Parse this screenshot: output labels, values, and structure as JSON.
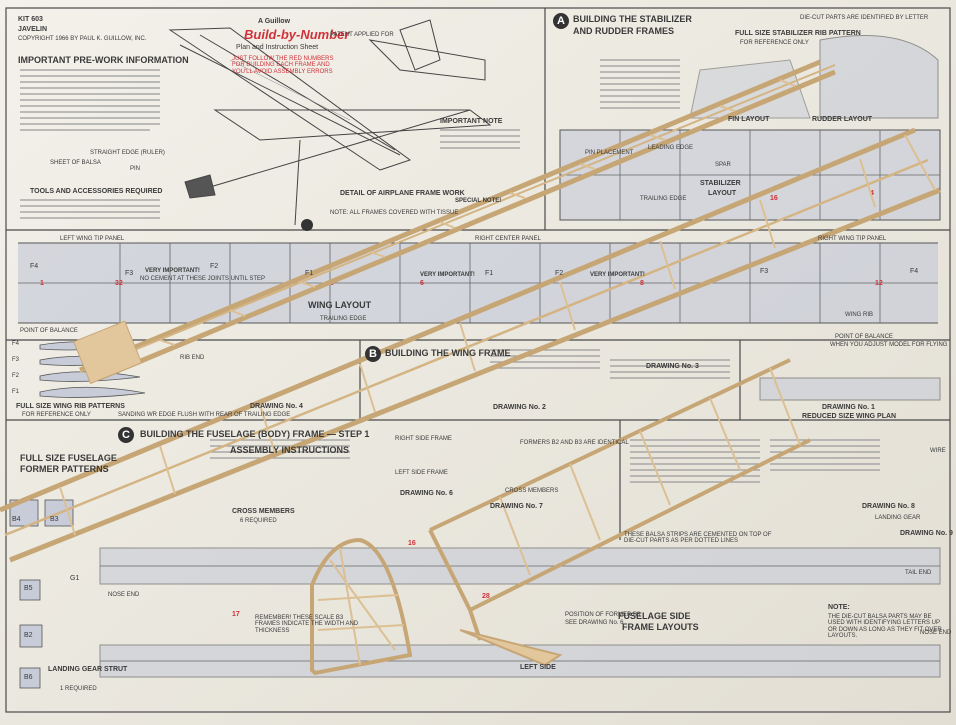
{
  "plan": {
    "kit_no": "KIT 603",
    "model_name": "JAVELIN",
    "copyright": "COPYRIGHT 1966 BY PAUL K. GUILLOW, INC.",
    "brand": "A Guillow",
    "series": "Build-by-Number",
    "sheet_title": "Plan and Instruction Sheet",
    "patent": "PATENT APPLIED FOR",
    "follow_note": "JUST FOLLOW THE RED NUMBERS FOR BUILDING EACH FRAME AND YOU'LL AVOID ASSEMBLY ERRORS",
    "preinfo_title": "IMPORTANT PRE-WORK INFORMATION",
    "tools_title": "TOOLS AND ACCESSORIES REQUIRED",
    "important_note": "IMPORTANT NOTE",
    "detail_title": "DETAIL OF AIRPLANE FRAME WORK",
    "detail_note": "NOTE: ALL FRAMES COVERED WITH TISSUE",
    "special_note": "SPECIAL NOTE!",
    "straight_edge": "STRAIGHT EDGE (RULER)",
    "sheet_of_balsa": "SHEET OF BALSA",
    "pin": "PIN"
  },
  "section_a": {
    "letter": "A",
    "title_line1": "BUILDING THE STABILIZER",
    "title_line2": "AND RUDDER FRAMES",
    "rib_pattern": "FULL SIZE STABILIZER RIB PATTERN",
    "rib_pattern_sub": "FOR REFERENCE ONLY",
    "die_cut": "DIE-CUT PARTS ARE IDENTIFIED BY LETTER",
    "fin_layout": "FIN LAYOUT",
    "rudder_layout": "RUDDER LAYOUT",
    "stab_layout_1": "STABILIZER",
    "stab_layout_2": "LAYOUT",
    "spar": "SPAR",
    "trailing_edge": "TRAILING EDGE",
    "leading_edge": "LEADING EDGE",
    "pin_placement": "PIN PLACEMENT"
  },
  "wing": {
    "left_panel": "LEFT WING TIP PANEL",
    "center_panel": "RIGHT CENTER PANEL",
    "right_panel": "RIGHT WING TIP PANEL",
    "layout_title": "WING LAYOUT",
    "trailing_edge": "TRAILING EDGE",
    "very_important": "VERY IMPORTANT!",
    "no_cement": "NO CEMENT AT THESE JOINTS UNTIL STEP",
    "wing_rib": "WING RIB",
    "point_of_balance": "POINT OF BALANCE",
    "balance_note": "WHEN YOU ADJUST MODEL FOR FLYING",
    "patterns_title": "FULL SIZE WING RIB PATTERNS",
    "patterns_sub": "FOR REFERENCE ONLY",
    "sanding": "SANDING WR EDGE FLUSH WITH REAR OF TRAILING EDGE",
    "drawing_4": "DRAWING No. 4",
    "drawing_1": "DRAWING No. 1",
    "reduced_plan": "REDUCED SIZE WING PLAN",
    "rib_bind": "RIB END",
    "f_labels": [
      "F4",
      "F3",
      "F2",
      "F1",
      "F1",
      "F2",
      "F3",
      "F4"
    ],
    "small_ribs": [
      "F4",
      "F3",
      "F2",
      "F1"
    ]
  },
  "section_b": {
    "letter": "B",
    "title": "BUILDING THE WING FRAME",
    "drawing_2": "DRAWING No. 2",
    "drawing_3": "DRAWING No. 3"
  },
  "section_c": {
    "letter": "C",
    "title_line1": "BUILDING THE FUSELAGE (BODY) FRAME — STEP 1",
    "assembly": "ASSEMBLY INSTRUCTIONS",
    "former_title": "FULL SIZE FUSELAGE",
    "former_sub": "FORMER PATTERNS",
    "cross_members": "CROSS MEMBERS",
    "required": "6 REQUIRED",
    "right_side_frame": "RIGHT SIDE FRAME",
    "left_side_frame": "LEFT SIDE FRAME",
    "drawing_6": "DRAWING No. 6",
    "drawing_7": "DRAWING No. 7",
    "drawing_8": "DRAWING No. 8",
    "drawing_9": "DRAWING No. 9",
    "formers_note": "FORMERS B2 AND B3 ARE IDENTICAL",
    "cross_label": "CROSS MEMBERS",
    "landing_gear": "LANDING GEAR STRUT",
    "landing_req": "1 REQUIRED",
    "landing_gear_2": "LANDING GEAR",
    "wire": "WIRE",
    "tail_end": "TAIL END",
    "nose_end": "NOSE END",
    "left_side": "LEFT SIDE",
    "fuselage_side_1": "FUSELAGE SIDE",
    "fuselage_side_2": "FRAME LAYOUTS",
    "position_former": "POSITION OF FORMER B3",
    "see_drawing": "SEE DRAWING No. 6",
    "balsa_note": "THESE BALSA STRIPS ARE CEMENTED ON TOP OF DIE-CUT PARTS AS PER DOTTED LINES",
    "note_label": "NOTE:",
    "note_text": "THE DIE-CUT BALSA PARTS MAY BE USED WITH IDENTIFYING LETTERS UP OR DOWN AS LONG AS THEY FIT OVER LAYOUTS.",
    "remember": "REMEMBER! THESE SCALE B3 FRAMES INDICATE THE WIDTH AND THICKNESS",
    "former_labels": [
      "B4",
      "B3",
      "B2",
      "B5",
      "B6",
      "G1"
    ]
  },
  "colors": {
    "paper": "#eeece6",
    "ink": "#3a3a3a",
    "wash": "#c8ccd6",
    "red": "#d0313a",
    "balsa": "#e3c79c",
    "balsa_dark": "#c7a676"
  }
}
